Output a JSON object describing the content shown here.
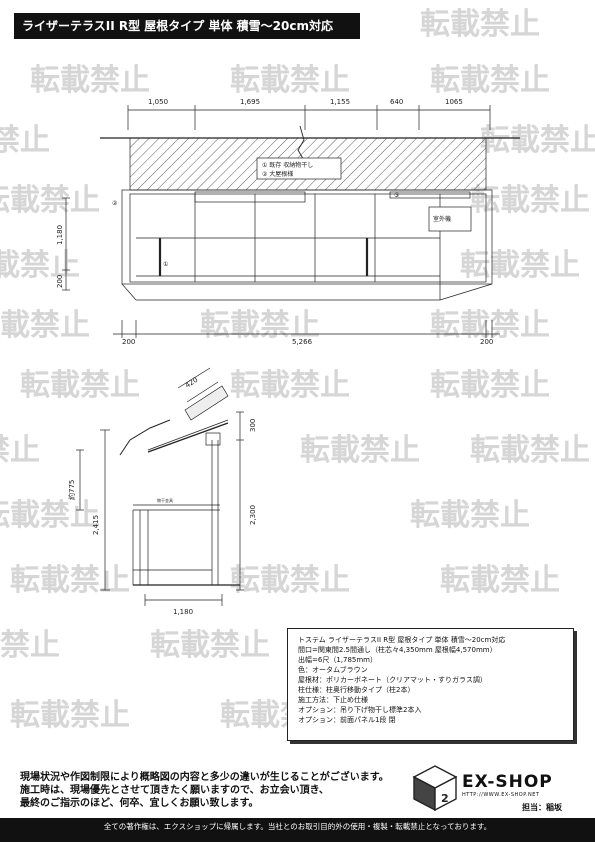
{
  "title": "ライザーテラスII R型 屋根タイプ 単体 積雪～20cm対応",
  "watermark": "転載禁止",
  "plan": {
    "top_dims": [
      "1,050",
      "1,695",
      "1,155",
      "640",
      "1065"
    ],
    "callout_lines": [
      "① 既存 収納物干し",
      "② 大屋根様"
    ],
    "marker_1": "①",
    "marker_2": "②",
    "marker_3": "③",
    "unit_label": "室外機",
    "left_dims": [
      "1,180",
      "200"
    ],
    "bottom_dims": [
      "200",
      "5,266",
      "200"
    ]
  },
  "side": {
    "roof_dim": "420",
    "right_dims": [
      "300",
      "2,300"
    ],
    "left_dims": [
      "2,415",
      "約775"
    ],
    "bottom_dim": "1,180",
    "small_label": "物干金具"
  },
  "spec": {
    "lines": [
      "トステム ライザーテラスII R型 屋根タイプ 単体 積雪～20cm対応",
      "間口=関東間2.5間通し（柱芯々4,350mm 屋根幅4,570mm）",
      "出幅=6尺（1,785mm）",
      "色：オータムブラウン",
      "屋根材：ポリカーボネート（クリアマット・すりガラス調）",
      "柱仕様：柱奥行移動タイプ（柱2本）",
      "施工方法：下止め仕様",
      "オプション：吊り下げ物干し標準2本入",
      "オプション：前面パネル1段 閉"
    ]
  },
  "notice": [
    "現場状況や作図制限により概略図の内容と多少の違いが生じることがございます。",
    "施工時は、現場優先とさせて頂きたく願いますので、お立会い頂き、",
    "最終のご指示のほど、何卒、宜しくお願い致します。"
  ],
  "logo": {
    "name": "EX-SHOP",
    "url": "HTTP://WWW.EX-SHOP.NET",
    "person": "担当：稲坂"
  },
  "footer": "全ての著作権は、エクスショップに帰属します。当社とのお取引目的外の使用・複製・転載禁止となっております。"
}
